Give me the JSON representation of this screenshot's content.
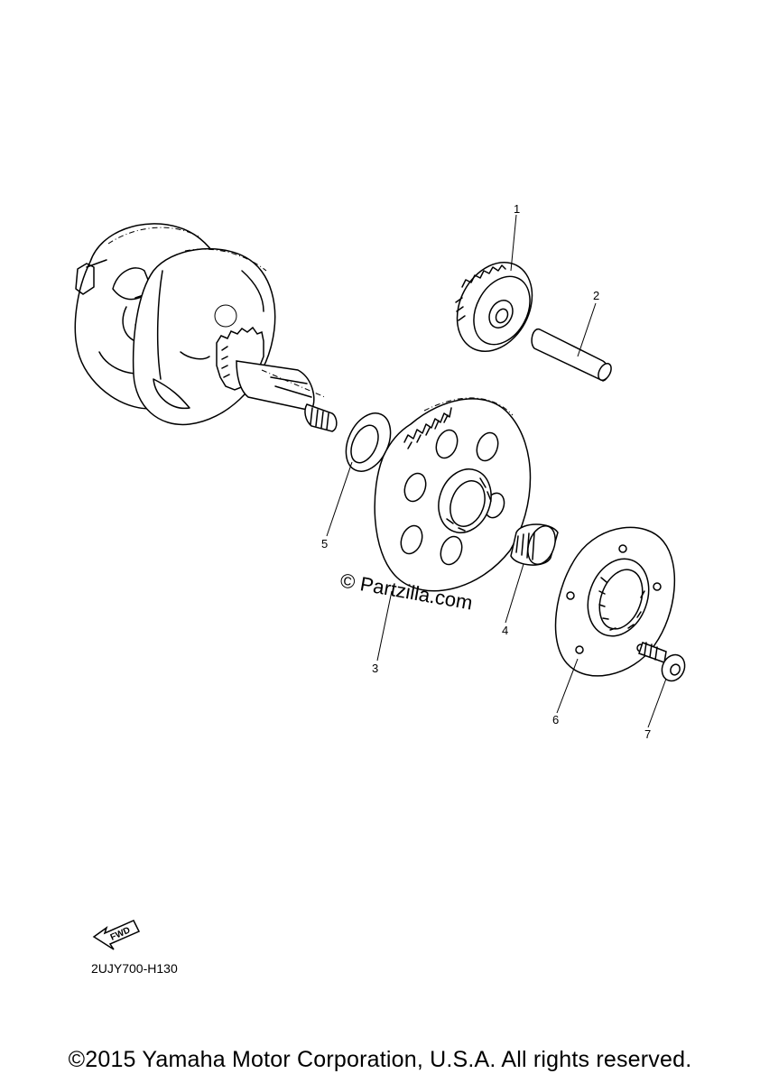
{
  "callouts": [
    {
      "number": "1"
    },
    {
      "number": "2"
    },
    {
      "number": "3"
    },
    {
      "number": "4"
    },
    {
      "number": "5"
    },
    {
      "number": "6"
    },
    {
      "number": "7"
    }
  ],
  "watermark": "© Partzilla.com",
  "fwd_label": "FWD",
  "diagram_code": "2UJY700-H130",
  "copyright": "©2015 Yamaha Motor Corporation, U.S.A. All rights reserved."
}
